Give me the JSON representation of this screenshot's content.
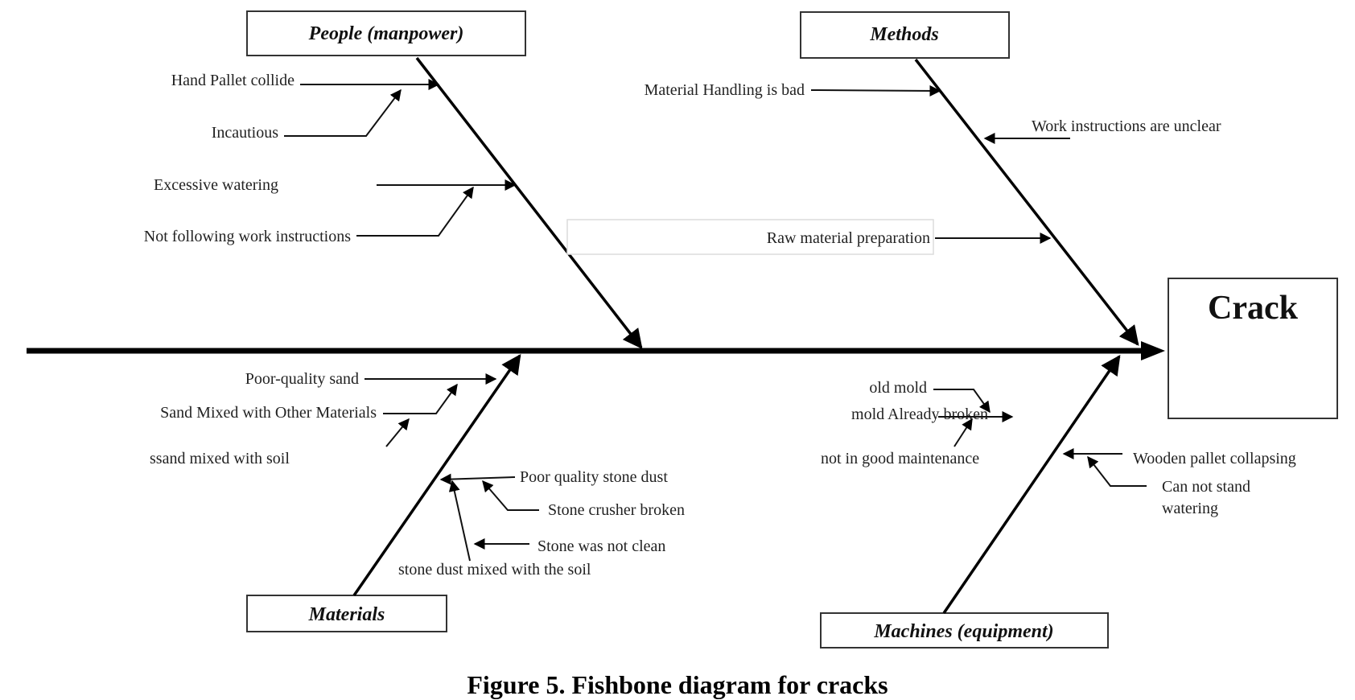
{
  "figure": {
    "caption": "Figure 5. Fishbone diagram for cracks",
    "effect": "Crack"
  },
  "categories": {
    "people": {
      "title": "People (manpower)",
      "causes": [
        "Hand Pallet collide",
        "Incautious",
        "Excessive watering",
        "Not following work instructions"
      ]
    },
    "methods": {
      "title": "Methods",
      "causes": [
        "Material Handling is bad",
        "Work instructions are unclear",
        "Raw material preparation"
      ]
    },
    "materials": {
      "title": "Materials",
      "causes": [
        "Poor-quality sand",
        "Sand Mixed with Other Materials",
        "ssand mixed with soil",
        "Poor quality stone dust",
        "Stone crusher broken",
        "Stone was not clean",
        "stone dust mixed with the soil"
      ]
    },
    "machines": {
      "title": "Machines (equipment)",
      "causes": [
        "old mold",
        "mold Already  broken",
        "not in good maintenance",
        "Wooden pallet collapsing",
        "Can not stand",
        "watering"
      ]
    }
  }
}
